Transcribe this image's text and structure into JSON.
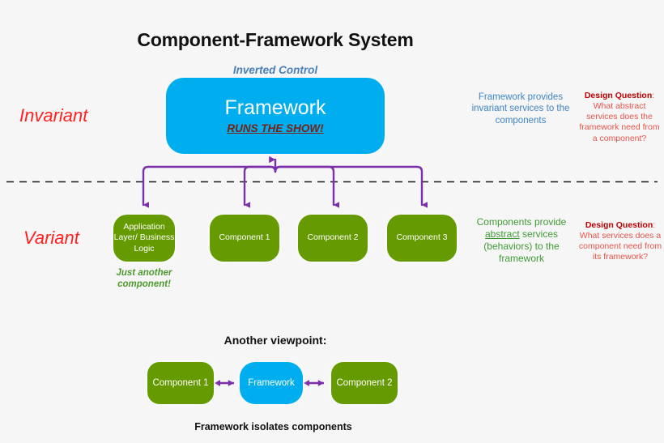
{
  "page": {
    "title": "Component-Framework System",
    "background_color": "#f6f6f6"
  },
  "colors": {
    "framework_blue": "#00aeef",
    "component_green": "#659b00",
    "arrow_purple": "#7b2fa8",
    "invariant_red": "#ff2020",
    "design_question_red": "#c00000",
    "annotation_blue": "#3f85c6",
    "annotation_green": "#3f9a35",
    "runs_the_show_maroon": "#7a1f12",
    "divider_black": "#1a1a1a"
  },
  "top_section": {
    "inverted_control_label": "Inverted Control",
    "invariant_label": "Invariant",
    "framework": {
      "title": "Framework",
      "subtitle": "RUNS THE SHOW!"
    },
    "annotation": "Framework provides invariant services to the components",
    "design_question": {
      "heading": "Design Question",
      "heading_suffix": ":",
      "body": "What abstract services does the framework need from a component?"
    }
  },
  "divider": {
    "style": "dashed"
  },
  "bottom_section": {
    "variant_label": "Variant",
    "components": [
      {
        "label": "Application Layer/ Business Logic",
        "caption": "Just another component!"
      },
      {
        "label": "Component 1",
        "caption": ""
      },
      {
        "label": "Component 2",
        "caption": ""
      },
      {
        "label": "Component 3",
        "caption": ""
      }
    ],
    "annotation_prefix": "Components provide ",
    "annotation_underlined": "abstract",
    "annotation_suffix": " services (behaviors) to the framework",
    "design_question": {
      "heading": "Design Question",
      "heading_suffix": ":",
      "body": "What services does a component need from its framework?"
    }
  },
  "viewpoint": {
    "heading": "Another viewpoint:",
    "left_component": "Component 1",
    "center_framework": "Framework",
    "right_component": "Component 2",
    "caption": "Framework isolates components"
  },
  "icons": {
    "arrow_up": "arrow-up-icon",
    "arrow_down": "arrow-down-icon",
    "arrow_bidirectional": "bidirectional-arrow-icon"
  }
}
